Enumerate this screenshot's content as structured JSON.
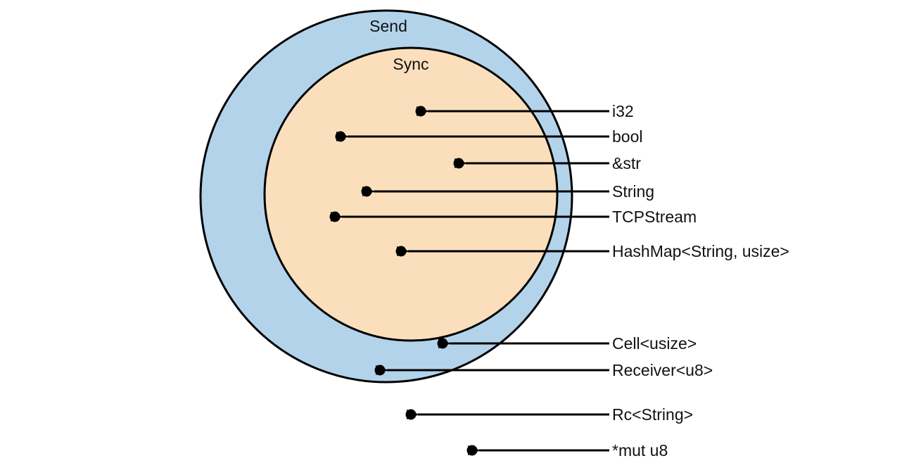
{
  "title": "",
  "sets": {
    "send": {
      "label": "Send",
      "fill": "#b3d3eb"
    },
    "sync": {
      "label": "Sync",
      "fill": "#fbdfbd"
    }
  },
  "outline_color": "#000000",
  "types": [
    {
      "label": "i32",
      "membership": [
        "Send",
        "Sync"
      ]
    },
    {
      "label": "bool",
      "membership": [
        "Send",
        "Sync"
      ]
    },
    {
      "label": "&str",
      "membership": [
        "Send",
        "Sync"
      ]
    },
    {
      "label": "String",
      "membership": [
        "Send",
        "Sync"
      ]
    },
    {
      "label": "TCPStream",
      "membership": [
        "Send",
        "Sync"
      ]
    },
    {
      "label": "HashMap<String, usize>",
      "membership": [
        "Send",
        "Sync"
      ]
    },
    {
      "label": "Cell<usize>",
      "membership": [
        "Send"
      ]
    },
    {
      "label": "Receiver<u8>",
      "membership": [
        "Send"
      ]
    },
    {
      "label": "Rc<String>",
      "membership": []
    },
    {
      "label": "*mut u8",
      "membership": []
    }
  ]
}
